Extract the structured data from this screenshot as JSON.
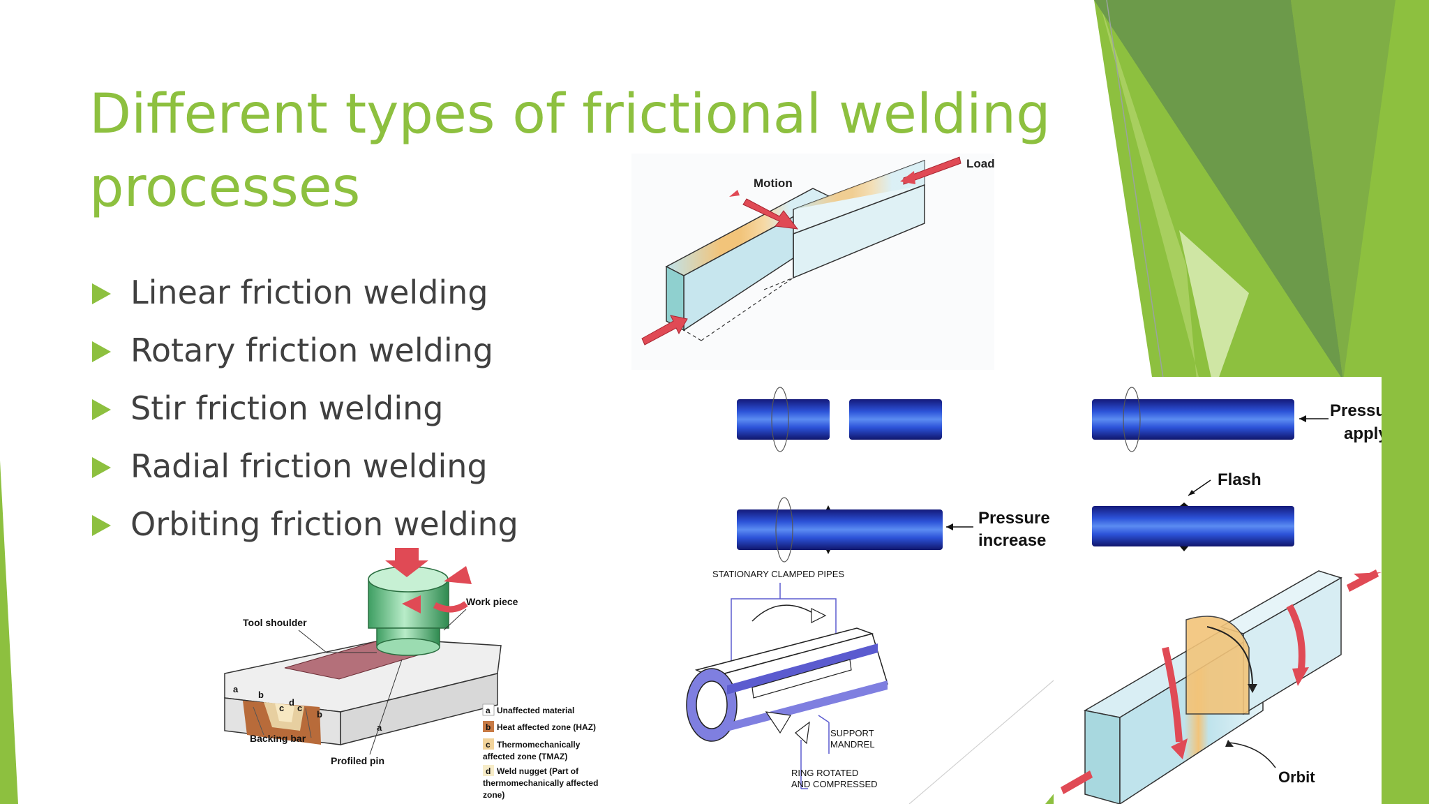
{
  "slide": {
    "title_line1": "Different types of frictional welding",
    "title_line2": "processes",
    "bullets": [
      "Linear friction welding",
      "Rotary friction welding",
      "Stir friction welding",
      "Radial friction welding",
      "Orbiting friction welding"
    ]
  },
  "figures": {
    "linear": {
      "motion": "Motion",
      "load": "Load"
    },
    "rotary": {
      "pressure_apply_1": "Pressure",
      "pressure_apply_2": "apply",
      "flash": "Flash",
      "pressure_increase_1": "Pressure",
      "pressure_increase_2": "increase"
    },
    "stir": {
      "tool_shoulder": "Tool shoulder",
      "work_piece": "Work piece",
      "backing_bar": "Backing bar",
      "profiled_pin": "Profiled pin",
      "zone_letters": [
        "a",
        "b",
        "c",
        "d",
        "c",
        "b",
        "a"
      ],
      "legend": [
        {
          "key": "a",
          "text": "Unaffected material"
        },
        {
          "key": "b",
          "text": "Heat affected zone (HAZ)"
        },
        {
          "key": "c",
          "text": "Thermomechanically",
          "text2": "affected zone (TMAZ)"
        },
        {
          "key": "d",
          "text": "Weld nugget (Part of",
          "text2": "thermomechanically affected",
          "text3": "zone)"
        }
      ]
    },
    "radial": {
      "stationary": "STATIONARY CLAMPED PIPES",
      "support_1": "SUPPORT",
      "support_2": "MANDREL",
      "ring_1": "RING ROTATED",
      "ring_2": "AND COMPRESSED"
    },
    "orbit": {
      "label": "Orbit"
    }
  },
  "colors": {
    "accent_green": "#8dc03f",
    "dark_green": "#6c9a4a",
    "body_text": "#404040",
    "pipe_blue": "#1f3fb0",
    "arrow_red": "#e04a55"
  }
}
